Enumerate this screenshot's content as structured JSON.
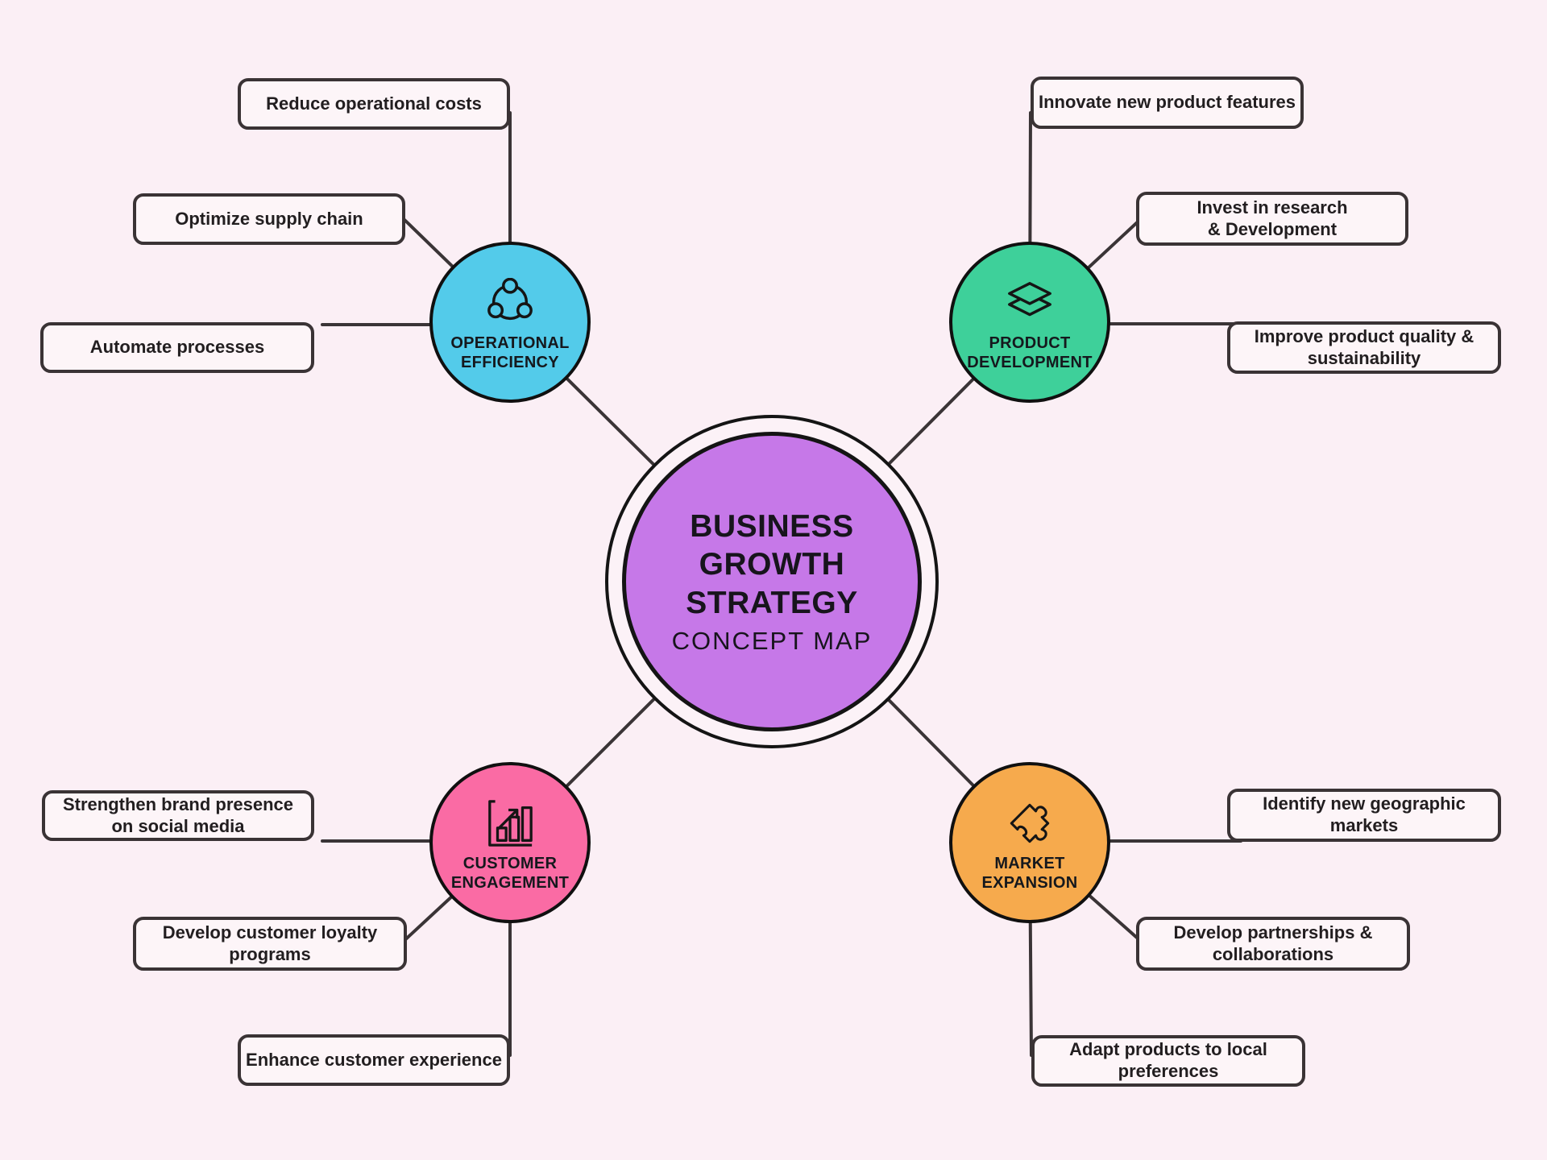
{
  "title": {
    "heading": "BUSINESS\nGROWTH\nSTRATEGY",
    "subheading": "CONCEPT MAP"
  },
  "colors": {
    "background": "#fbeff5",
    "hub": "#c678e8",
    "operational_efficiency": "#53cbea",
    "product_development": "#3ed09a",
    "customer_engagement": "#fa6ba4",
    "market_expansion": "#f6aa4d",
    "stroke": "#3a3335",
    "leaf_fill": "#fdf5f8"
  },
  "branches": [
    {
      "id": "operational-efficiency",
      "label": "OPERATIONAL\nEFFICIENCY",
      "icon": "cycle-icon",
      "color": "#53cbea",
      "items": [
        "Reduce operational costs",
        "Optimize supply chain",
        "Automate processes"
      ]
    },
    {
      "id": "product-development",
      "label": "PRODUCT\nDEVELOPMENT",
      "icon": "layers-icon",
      "color": "#3ed09a",
      "items": [
        "Innovate new product features",
        "Invest in research\n& Development",
        "Improve product quality &\nsustainability"
      ]
    },
    {
      "id": "customer-engagement",
      "label": "CUSTOMER\nENGAGEMENT",
      "icon": "growth-chart-icon",
      "color": "#fa6ba4",
      "items": [
        "Strengthen brand presence\non social media",
        "Develop customer loyalty\nprograms",
        "Enhance customer experience"
      ]
    },
    {
      "id": "market-expansion",
      "label": "MARKET\nEXPANSION",
      "icon": "puzzle-icon",
      "color": "#f6aa4d",
      "items": [
        "Identify new geographic\nmarkets",
        "Develop partnerships &\ncollaborations",
        "Adapt products to local\npreferences"
      ]
    }
  ]
}
